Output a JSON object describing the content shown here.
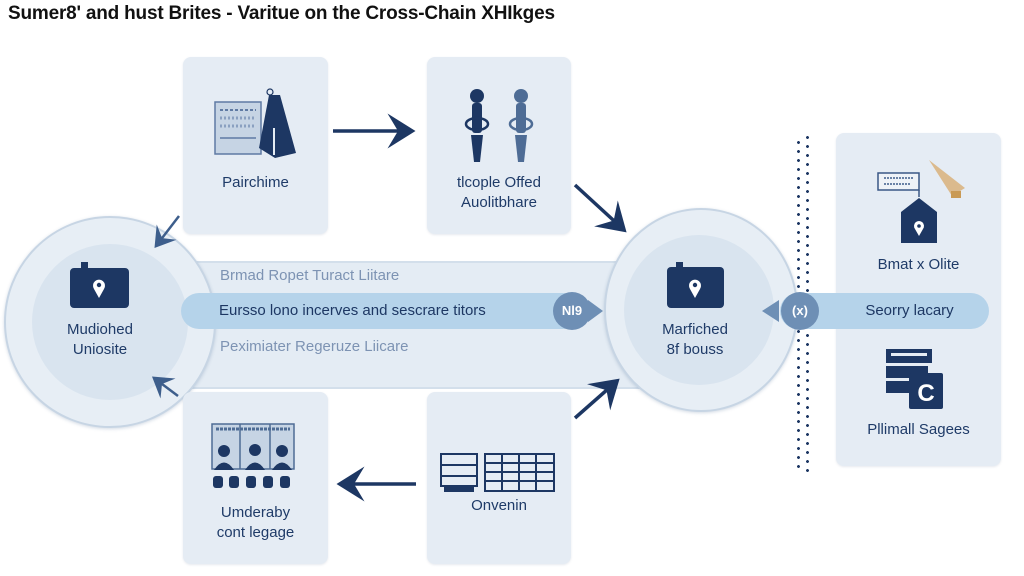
{
  "title": "Sumer8' and hust Brites - Varitue on the Cross-Chain XHIkges",
  "colors": {
    "navy": "#1d3763",
    "card_bg": "#e5ecf4",
    "pill_bg": "#b5d3ea",
    "badge_bg": "#6e8fb5",
    "lane_text": "#7d93b3",
    "accent_gold": "#d9b27a"
  },
  "nodes": {
    "left_hub": {
      "label_line1": "Mudiohed",
      "label_line2": "Uniosite",
      "icon": "camera-location-icon"
    },
    "right_hub": {
      "label_line1": "Marfiched",
      "label_line2": "8f bouss",
      "icon": "camera-location-icon"
    }
  },
  "cards": {
    "top_left": {
      "label_line1": "Pairchime",
      "label_line2": "",
      "icon": "document-and-flag-icon"
    },
    "top_right": {
      "label_line1": "tlcople Offed",
      "label_line2": "Auolitbhare",
      "icon": "people-figures-icon"
    },
    "bottom_left": {
      "label_line1": "Umderaby",
      "label_line2": "cont legage",
      "icon": "audience-group-icon"
    },
    "bottom_right": {
      "label_line1": "Onvenin",
      "label_line2": "",
      "icon": "table-grid-icon"
    }
  },
  "lane": {
    "top_text": "Brmad Ropet Turact Liitare",
    "pill_text": "Eursso lono incerves and sescrare titors",
    "bottom_text": "Peximiater Regeruze Liicare",
    "left_badge": "Nl9",
    "right_badge": "(x)"
  },
  "side_panel": {
    "item1_label": "Bmat x Olite",
    "item1_icon": "house-location-icon",
    "pill_text": "Seorry lacary",
    "item2_label": "Pllimall Sagees",
    "item2_icon": "server-c-icon"
  }
}
